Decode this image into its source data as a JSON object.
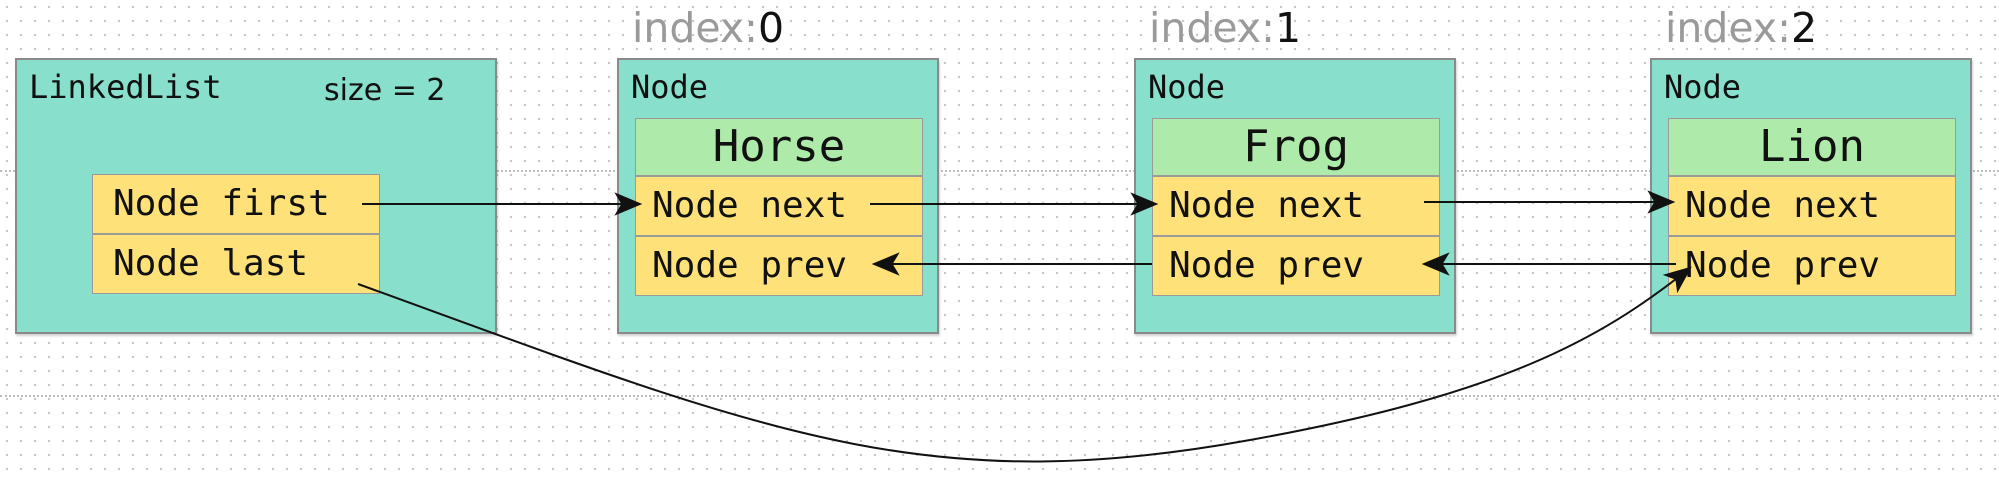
{
  "linked_list": {
    "title": "LinkedList",
    "size_label": "size = 2",
    "first_field": "Node first",
    "last_field": "Node last"
  },
  "index_word": "index:",
  "nodes": [
    {
      "index": "0",
      "title": "Node",
      "value": "Horse",
      "next_field": "Node next",
      "prev_field": "Node prev"
    },
    {
      "index": "1",
      "title": "Node",
      "value": "Frog",
      "next_field": "Node next",
      "prev_field": "Node prev"
    },
    {
      "index": "2",
      "title": "Node",
      "value": "Lion",
      "next_field": "Node next",
      "prev_field": "Node prev"
    }
  ],
  "colors": {
    "container": "#88dfcb",
    "field": "#fee178",
    "value": "#aeeaa9",
    "border": "#8a8a8a"
  }
}
